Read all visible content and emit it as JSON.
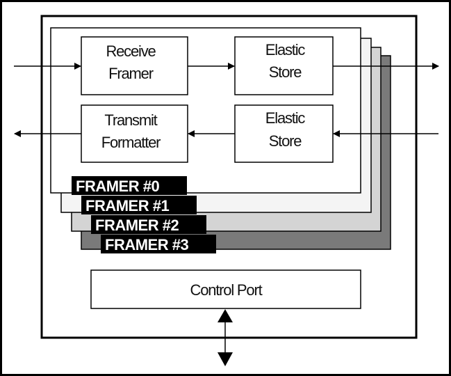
{
  "diagram": {
    "blocks": {
      "receive_framer": [
        "Receive",
        "Framer"
      ],
      "elastic_store_top": [
        "Elastic",
        "Store"
      ],
      "transmit_formatter": [
        "Transmit",
        "Formatter"
      ],
      "elastic_store_bottom": [
        "Elastic",
        "Store"
      ],
      "control_port": "Control Port"
    },
    "framers": [
      "FRAMER #0",
      "FRAMER #1",
      "FRAMER #2",
      "FRAMER #3"
    ],
    "colors": {
      "line": "#000000",
      "background": "#ffffff",
      "layer_1": "#f4f4f4",
      "layer_2": "#d4d4d4",
      "layer_3": "#7a7a7a",
      "framer_label_bg": "#000000",
      "framer_label_text": "#ffffff"
    }
  }
}
